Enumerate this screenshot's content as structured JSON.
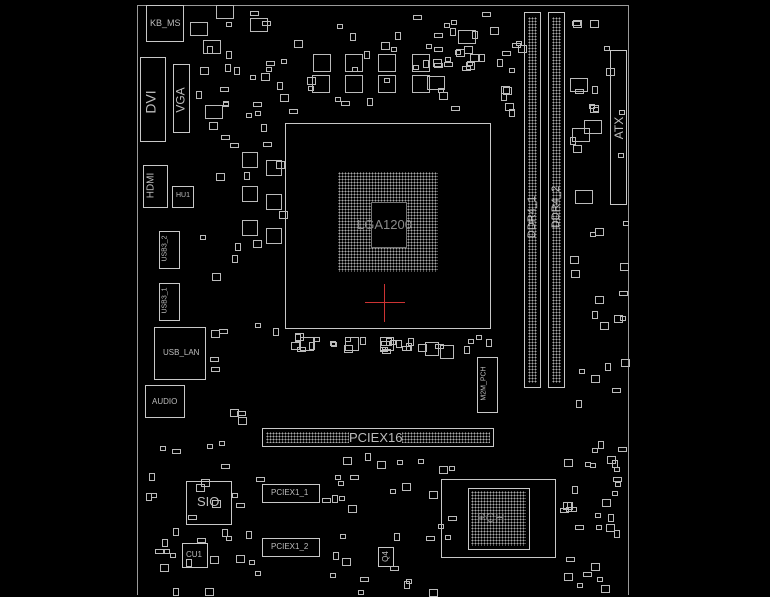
{
  "board": {
    "labels": {
      "kb_ms": "KB_MS",
      "dvi": "DVI",
      "vga": "VGA",
      "hdmi": "HDMI",
      "hu1": "HU1",
      "usb3_2": "USB3_2",
      "usb3_1": "USB3_1",
      "usb_lan": "USB_LAN",
      "audio": "AUDIO",
      "cpu_socket": "LGA1200",
      "ddr4_1": "DDR4_1",
      "ddr4_2": "DDR4_2",
      "atx": "ATX",
      "m2m_pch": "M2M_PCH",
      "pciex16": "PCIEX16",
      "pciex1_1": "PCIEX1_1",
      "pciex1_2": "PCIEX1_2",
      "sio": "SIO",
      "cu1": "CU1",
      "q4": "Q4",
      "pch": "PCH"
    },
    "colors": {
      "background": "#000000",
      "outline": "#c8c8c8",
      "text": "#bdbdbd"
    }
  }
}
